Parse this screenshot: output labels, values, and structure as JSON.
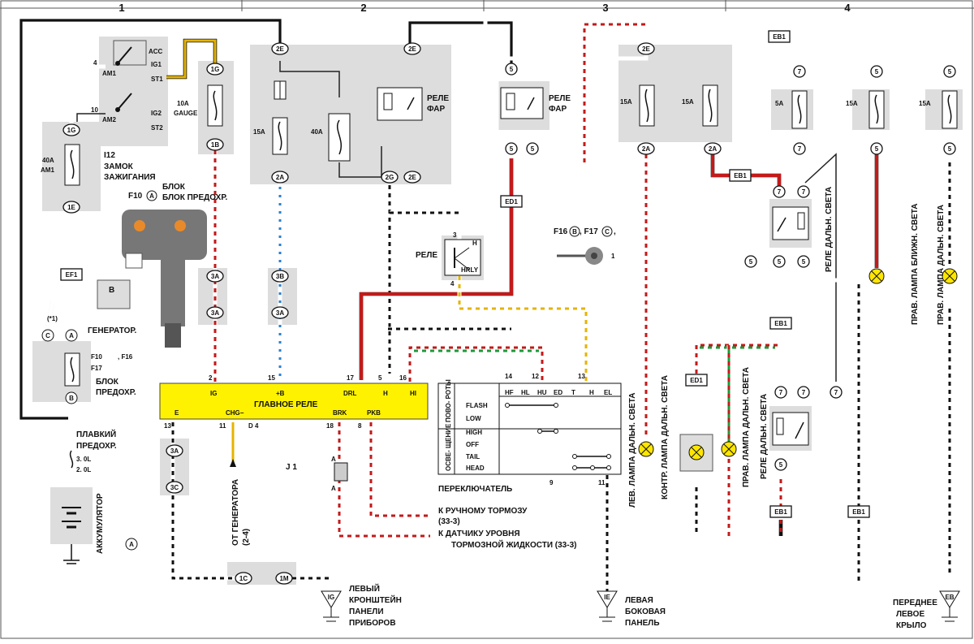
{
  "sections": [
    "1",
    "2",
    "3",
    "4"
  ],
  "components": {
    "ignition_switch": {
      "id": "I12",
      "name_line1": "ЗАМОК",
      "name_line2": "ЗАЖИГАНИЯ",
      "pins": [
        "ACC",
        "IG1",
        "ST1",
        "IG2",
        "ST2"
      ],
      "terms": [
        "AM1",
        "AM2"
      ],
      "pin_nums": [
        "4",
        "10"
      ]
    },
    "fuse_am1": {
      "rating": "40A",
      "name": "AM1"
    },
    "fuse_gauge": {
      "rating": "10A",
      "name": "GAUGE"
    },
    "fuse_block_note": {
      "ref": "F10",
      "ref_circle": "A",
      "text": "БЛОК ПРЕДОХР."
    },
    "generator": {
      "label": "ГЕНЕРАТОР.",
      "pin": "B",
      "note": "(*1)"
    },
    "fuse_block_lower": {
      "line1": "F10",
      "c1": "A",
      "line1b": ", F16",
      "c2": "B",
      "line1c": ",",
      "line2": "F17",
      "c3": "C",
      "name1": "БЛОК",
      "name2": "ПРЕДОХР."
    },
    "fusible_link": {
      "line1": "ПЛАВКИЙ",
      "line2": "ПРЕДОХР.",
      "v1": "3. 0L",
      "v2": "2. 0L"
    },
    "battery": {
      "label": "АККУМУЛЯТОР"
    },
    "ref_a": "A",
    "main_relay": {
      "title": "ГЛАВНОЕ РЕЛЕ",
      "pins_top": [
        "IG",
        "+B",
        "DRL",
        "H",
        "HI"
      ],
      "pins_top_nums": [
        "2",
        "15",
        "17",
        "5",
        "16"
      ],
      "pins_bot": [
        "E",
        "CHG−",
        "D 4",
        "BRK",
        "PKB"
      ],
      "pins_bot_nums": [
        "13",
        "11",
        "18",
        "8"
      ],
      "id": "J 1"
    },
    "fuses_2": {
      "f1": "15A",
      "f2": "40A"
    },
    "relay_far_2": {
      "line1": "РЕЛЕ",
      "line2": "ФАР"
    },
    "relay_far_3": {
      "line1": "РЕЛЕ",
      "line2": "ФАР"
    },
    "relay_hrly": {
      "name": "РЕЛЕ",
      "code": "HRLY",
      "h": "H",
      "pin": "4",
      "pin3": "3"
    },
    "fuse_ref_2": {
      "a": "F16",
      "ca": "B",
      "b": ", F17",
      "cb": "C",
      "c": ",",
      "pin": "1"
    },
    "fuses_3": {
      "f1": "15A",
      "f2": "15A"
    },
    "fuses_4": {
      "f1": "5A",
      "f2": "15A",
      "f3": "15A"
    },
    "switch_table": {
      "title": "ПЕРЕКЛЮЧАТЕЛЬ",
      "cols": [
        "HF",
        "HL",
        "HU",
        "ED",
        "T",
        "H",
        "EL"
      ],
      "row_groups": [
        "ПОВО- РОТЫ",
        "ОСВЕ- ЩЕНИЕ"
      ],
      "rows": [
        "FLASH",
        "LOW",
        "HIGH",
        "OFF",
        "TAIL",
        "HEAD"
      ],
      "pins_top": [
        "14",
        "12",
        "13"
      ],
      "pins_bot": [
        "9",
        "11"
      ]
    },
    "notes": {
      "parking_brake": "К РУЧНОМУ ТОРМОЗУ",
      "parking_brake_ref": "(33-3)",
      "fluid_sensor": "К ДАТЧИКУ УРОВНЯ",
      "fluid_sensor2": "ТОРМОЗНОЙ ЖИДКОСТИ (33-3)",
      "from_gen": "ОТ ГЕНЕРАТОРА",
      "from_gen_ref": "(2-4)"
    },
    "grounds": {
      "ig": {
        "code": "IG",
        "line1": "ЛЕВЫЙ",
        "line2": "КРОНШТЕЙН",
        "line3": "ПАНЕЛИ",
        "line4": "ПРИБОРОВ"
      },
      "ie": {
        "code": "IE",
        "line1": "ЛЕВАЯ",
        "line2": "БОКОВАЯ",
        "line3": "ПАНЕЛЬ"
      },
      "eb": {
        "code": "EB",
        "line1": "ПЕРЕДНЕЕ",
        "line2": "ЛЕВОЕ",
        "line3": "КРЫЛО"
      }
    },
    "lamps": {
      "left_high": "ЛЕВ. ЛАМПА ДАЛЬН. СВЕТА",
      "indicator": "КОНТР. ЛАМПА ДАЛЬН. СВЕТА",
      "right_high": "ПРАВ. ЛАМПА ДАЛЬН. СВЕТА",
      "relay_high": "РЕЛЕ ДАЛЬН. СВЕТА",
      "relay_high2": "РЕЛЕ ДАЛЬН. СВЕТА",
      "right_low_vert": "ПРАВ. ЛАМПА БЛИЖН. СВЕТА",
      "right_high_vert": "ПРАВ. ЛАМПА ДАЛЬН. СВЕТА"
    }
  },
  "connectors": [
    "1G",
    "1E",
    "EF1",
    "2E",
    "2A",
    "2G",
    "1B",
    "3A",
    "3B",
    "3C",
    "1C",
    "1M",
    "ED1",
    "EB1",
    "5",
    "7",
    "B",
    "C",
    "A"
  ]
}
